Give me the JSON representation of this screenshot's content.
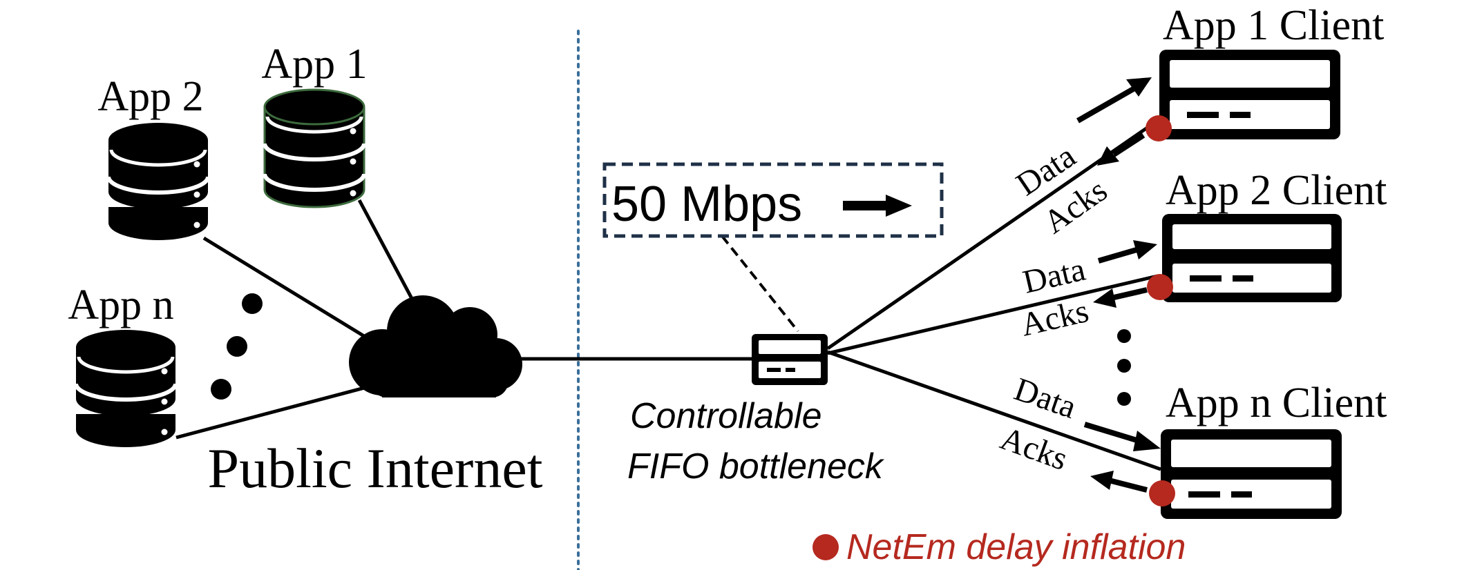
{
  "servers": {
    "app1_label": "App 1",
    "app2_label": "App 2",
    "appn_label": "App n"
  },
  "internet": {
    "label": "Public Internet"
  },
  "bottleneck": {
    "rate_label": "50 Mbps",
    "caption_line1": "Controllable",
    "caption_line2": "FIFO bottleneck"
  },
  "clients": {
    "app1_label": "App 1 Client",
    "app2_label": "App 2 Client",
    "appn_label": "App n Client"
  },
  "flows": {
    "data_label": "Data",
    "acks_label": "Acks"
  },
  "legend": {
    "netem_label": "NetEm delay inflation"
  },
  "colors": {
    "netem_dot": "#b5291f",
    "divider": "#3a6f9a",
    "app1_server_edge": "#3d6b3d"
  }
}
